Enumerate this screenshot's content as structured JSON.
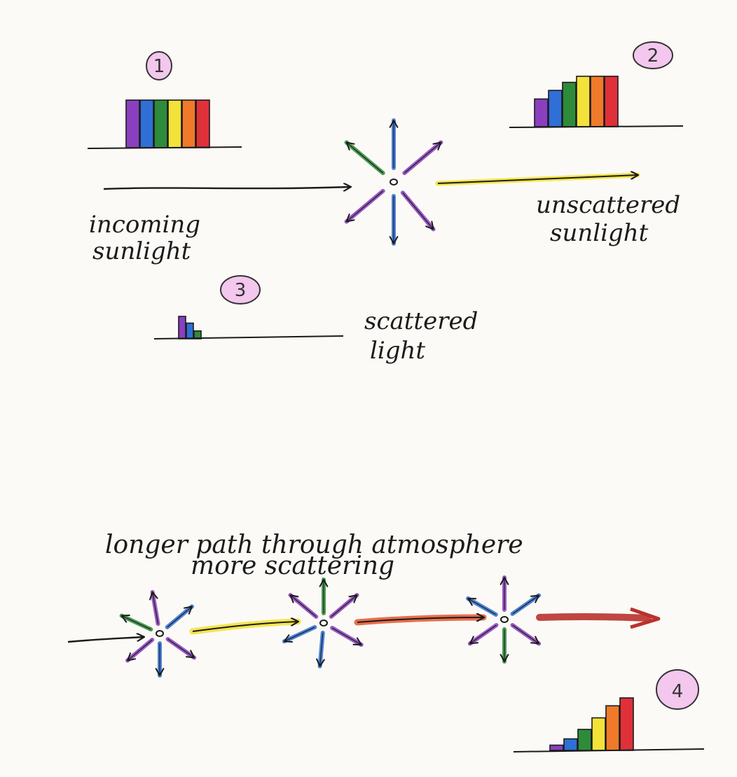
{
  "colors": {
    "ink": "#1b1b1b",
    "badge": "#f3c7ee",
    "violet": "#8a3fbf",
    "blue": "#2f6fd6",
    "green": "#2e8b3a",
    "yellow": "#f2e23a",
    "orange": "#f07a2a",
    "red": "#e0303a",
    "darkred": "#b8322e",
    "paper": "#fbfaf6"
  },
  "spectra": {
    "s1": {
      "badge": "1",
      "colors": [
        "violet",
        "blue",
        "green",
        "yellow",
        "orange",
        "red"
      ],
      "values": [
        1,
        1,
        1,
        1,
        1,
        1
      ]
    },
    "s2": {
      "badge": "2",
      "colors": [
        "violet",
        "blue",
        "green",
        "yellow",
        "orange",
        "red"
      ],
      "values": [
        0.55,
        0.72,
        0.88,
        1,
        1,
        1
      ]
    },
    "s3": {
      "badge": "3",
      "colors": [
        "violet",
        "blue",
        "green"
      ],
      "values": [
        1,
        0.7,
        0.35
      ]
    },
    "s4": {
      "badge": "4",
      "colors": [
        "violet",
        "blue",
        "green",
        "yellow",
        "orange",
        "red"
      ],
      "values": [
        0.1,
        0.22,
        0.4,
        0.62,
        0.85,
        1
      ]
    }
  },
  "labels": {
    "incoming_1": "incoming",
    "incoming_2": "sunlight",
    "unscattered_1": "unscattered",
    "unscattered_2": "sunlight",
    "scattered_1": "scattered",
    "scattered_2": "light",
    "longer_1": "longer path through atmosphere",
    "longer_2": "more scattering"
  },
  "scatter_arrows": {
    "top": [
      {
        "angle": -90,
        "color": "blue"
      },
      {
        "angle": -40,
        "color": "violet"
      },
      {
        "angle": -140,
        "color": "green"
      },
      {
        "angle": 140,
        "color": "violet"
      },
      {
        "angle": 90,
        "color": "blue"
      },
      {
        "angle": 50,
        "color": "violet"
      }
    ],
    "b1": [
      {
        "angle": -100,
        "color": "violet"
      },
      {
        "angle": -40,
        "color": "blue"
      },
      {
        "angle": -155,
        "color": "green"
      },
      {
        "angle": 140,
        "color": "violet"
      },
      {
        "angle": 90,
        "color": "blue"
      },
      {
        "angle": 35,
        "color": "violet"
      }
    ],
    "b2": [
      {
        "angle": -90,
        "color": "green"
      },
      {
        "angle": -40,
        "color": "violet"
      },
      {
        "angle": -140,
        "color": "violet"
      },
      {
        "angle": 155,
        "color": "blue"
      },
      {
        "angle": 95,
        "color": "blue"
      },
      {
        "angle": 30,
        "color": "violet"
      }
    ],
    "b3": [
      {
        "angle": -90,
        "color": "violet"
      },
      {
        "angle": -35,
        "color": "blue"
      },
      {
        "angle": -150,
        "color": "blue"
      },
      {
        "angle": 145,
        "color": "violet"
      },
      {
        "angle": 90,
        "color": "green"
      },
      {
        "angle": 35,
        "color": "violet"
      }
    ]
  }
}
